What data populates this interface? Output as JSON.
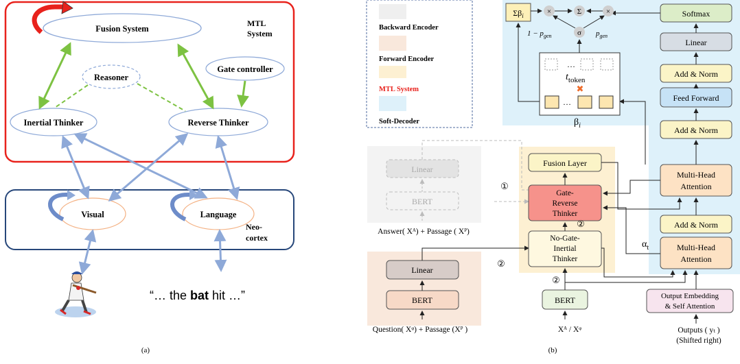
{
  "panel_a": {
    "caption": "(a)",
    "mtl_label": [
      "MTL",
      "System"
    ],
    "neocortex_label": [
      "Neo-",
      "cortex"
    ],
    "fusion_system": "Fusion System",
    "reasoner": "Reasoner",
    "gate_controller": "Gate controller",
    "inertial_thinker": "Inertial  Thinker",
    "reverse_thinker": "Reverse Thinker",
    "visual": "Visual",
    "language": "Language",
    "quote_pre": "“… the ",
    "quote_bold": "bat",
    "quote_post": " hit …”"
  },
  "panel_b": {
    "caption": "(b)",
    "legend": {
      "backward_encoder": "Backward Encoder",
      "forward_encoder": "Forward Encoder",
      "mtl_system": "MTL System",
      "soft_decoder": "Soft-Decoder"
    },
    "colors": {
      "backward": "#efefef",
      "forward": "#f9e8dc",
      "mtl": "#fdf0d2",
      "soft": "#def1fa",
      "mtl_text": "#e8221c"
    },
    "left_grey": {
      "linear": "Linear",
      "bert": "BERT",
      "input": "Answer( Xᴬ)  + Passage ( Xᴾ)"
    },
    "left_forward": {
      "linear": "Linear",
      "bert": "BERT",
      "input": "Question( Xᵠ) + Passage (Xᴾ )"
    },
    "middle": {
      "fusion_layer": "Fusion Layer",
      "gate_reverse": [
        "Gate-",
        "Reverse",
        "Thinker"
      ],
      "no_gate": [
        "No-Gate-",
        "Inertial",
        "Thinker"
      ],
      "bert": "BERT",
      "input": "Xᴬ /  Xᵠ",
      "circle_1": "①",
      "circle_2a": "②",
      "circle_2b": "②",
      "circle_2c": "②"
    },
    "decoder": {
      "softmax": "Softmax",
      "linear": "Linear",
      "add_norm_top": "Add & Norm",
      "feed_forward": "Feed Forward",
      "add_norm_mid": "Add & Norm",
      "mha_top": [
        "Multi-Head",
        "Attention"
      ],
      "add_norm_low": "Add & Norm",
      "mha_low": [
        "Multi-Head",
        "Attention"
      ],
      "embed": [
        "Output Embedding",
        "& Self Attention"
      ],
      "outputs": [
        "Outputs ( yₜ )",
        "(Shifted right)"
      ],
      "alpha": "α",
      "alpha_sub": "t"
    },
    "pointer": {
      "sum_beta": "Σβ",
      "sum_beta_sub": "i",
      "times": "×",
      "sigma_sum": "Σ",
      "sigma": "σ",
      "one_minus": "1 − p",
      "gen_sub": "gen",
      "p_gen": "p",
      "t_token": "t",
      "token_sub": "token",
      "dots": "…",
      "x_mark": "✖",
      "beta": "β",
      "beta_sub": "i"
    }
  }
}
